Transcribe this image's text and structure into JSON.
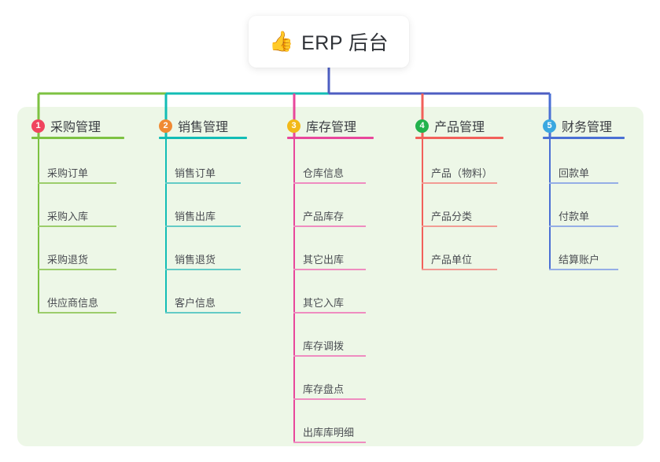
{
  "root": {
    "icon": "thumbs-up-icon",
    "emoji": "👍",
    "title": "ERP 后台"
  },
  "theme": {
    "canvas_bg": "#edf7e7",
    "card_bg": "#ffffff",
    "root_connector": "#4d5ec2",
    "text": "#3a3d42",
    "leaf_text": "#4a4d52"
  },
  "branches": [
    {
      "number": "1",
      "label": "采购管理",
      "badge_color": "#f0455f",
      "line_color": "#7dc242",
      "leaf_color": "#9ccd6b",
      "items": [
        {
          "label": "采购订单"
        },
        {
          "label": "采购入库"
        },
        {
          "label": "采购退货"
        },
        {
          "label": "供应商信息"
        }
      ]
    },
    {
      "number": "2",
      "label": "销售管理",
      "badge_color": "#f08a33",
      "line_color": "#12bdb5",
      "leaf_color": "#63cbc6",
      "items": [
        {
          "label": "销售订单"
        },
        {
          "label": "销售出库"
        },
        {
          "label": "销售退货"
        },
        {
          "label": "客户信息"
        }
      ]
    },
    {
      "number": "3",
      "label": "库存管理",
      "badge_color": "#f2b919",
      "line_color": "#e8479b",
      "leaf_color": "#ef8cc0",
      "items": [
        {
          "label": "仓库信息"
        },
        {
          "label": "产品库存"
        },
        {
          "label": "其它出库"
        },
        {
          "label": "其它入库"
        },
        {
          "label": "库存调拨"
        },
        {
          "label": "库存盘点"
        },
        {
          "label": "出库库明细"
        }
      ]
    },
    {
      "number": "4",
      "label": "产品管理",
      "badge_color": "#22b24c",
      "line_color": "#f2605a",
      "leaf_color": "#f29b94",
      "items": [
        {
          "label": "产品（物料）"
        },
        {
          "label": "产品分类"
        },
        {
          "label": "产品单位"
        }
      ]
    },
    {
      "number": "5",
      "label": "财务管理",
      "badge_color": "#3aa8e0",
      "line_color": "#4a6fd4",
      "leaf_color": "#95aee6",
      "items": [
        {
          "label": "回款单"
        },
        {
          "label": "付款单"
        },
        {
          "label": "结算账户"
        }
      ]
    }
  ]
}
